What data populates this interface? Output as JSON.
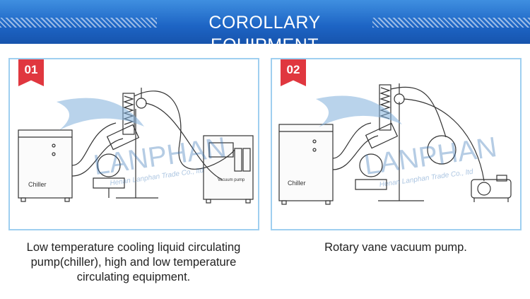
{
  "header": {
    "title": "COROLLARY EQUIPMENT"
  },
  "panels": [
    {
      "badge": "01",
      "labels": {
        "chiller": "Chiller",
        "vacuum_pump": "Vacuum pump"
      },
      "watermark": {
        "brand": "LANPHAN",
        "company": "Henan Lanphan Trade Co., ltd"
      },
      "caption": "Low temperature cooling liquid circulating pump(chiller), high and low temperature circulating equipment."
    },
    {
      "badge": "02",
      "labels": {
        "chiller": "Chiller"
      },
      "watermark": {
        "brand": "LANPHAN",
        "company": "Henan Lanphan Trade Co., ltd"
      },
      "caption": "Rotary vane vacuum pump."
    }
  ],
  "colors": {
    "banner": "#1d64c4",
    "badge": "#e0373f",
    "panel_border": "#9fcff0",
    "watermark": "#2f6fb5"
  }
}
